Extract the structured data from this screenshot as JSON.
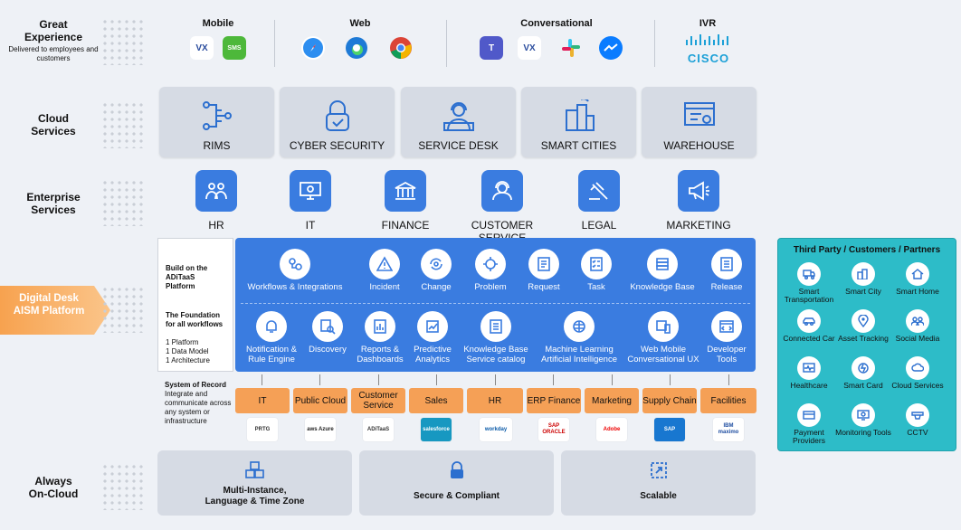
{
  "rows": {
    "experience": "Great Experience",
    "experience_sub": "Delivered to employees and customers",
    "cloud": "Cloud Services",
    "enterprise": "Enterprise Services",
    "digital": "Digital Desk AISM Platform",
    "always": "Always On-Cloud"
  },
  "channels": {
    "mobile": "Mobile",
    "web": "Web",
    "conversational": "Conversational",
    "ivr": "IVR",
    "cisco": "CISCO",
    "sms": "SMS"
  },
  "cloud_services": [
    "RIMS",
    "CYBER SECURITY",
    "SERVICE DESK",
    "SMART CITIES",
    "WAREHOUSE"
  ],
  "enterprise_services": [
    "HR",
    "IT",
    "FINANCE",
    "CUSTOMER SERVICE",
    "LEGAL",
    "MARKETING"
  ],
  "left_panel": {
    "build": "Build on the ADiTaaS Platform",
    "foundation": "The Foundation for all workflows",
    "items": [
      "1 Platform",
      "1 Data Model",
      "1 Architecture"
    ],
    "sor_title": "System of Record",
    "sor_text": "Integrate and communicate across any system or infrastructure"
  },
  "top_modules": [
    "Workflows & Integrations",
    "Incident",
    "Change",
    "Problem",
    "Request",
    "Task",
    "Knowledge Base",
    "Release"
  ],
  "bottom_modules": [
    "Notification & Rule Engine",
    "Discovery",
    "Reports & Dashboards",
    "Predictive Analytics",
    "Knowledge Base Service catalog",
    "Machine Learning Artificial Intelligence",
    "Web Mobile Conversational UX",
    "Developer Tools"
  ],
  "systems": [
    "IT",
    "Public Cloud",
    "Customer Service",
    "Sales",
    "HR",
    "ERP Finance",
    "Marketing",
    "Supply Chain",
    "Facilities"
  ],
  "logos": [
    "PRTG",
    "aws Azure",
    "ADiTaaS",
    "salesforce",
    "workday",
    "SAP ORACLE",
    "Adobe",
    "SAP",
    "IBM maximo"
  ],
  "third_party": {
    "title": "Third Party / Customers / Partners",
    "items": [
      "Smart Transportation",
      "Smart City",
      "Smart Home",
      "Connected Car",
      "Asset Tracking",
      "Social Media",
      "Healthcare",
      "Smart Card",
      "Cloud Services",
      "Payment Providers",
      "Monitoring Tools",
      "CCTV"
    ]
  },
  "bottom": [
    "Multi-Instance, Language & Time Zone",
    "Secure & Compliant",
    "Scalable"
  ],
  "colors": {
    "blue": "#3a7ce0",
    "orange": "#f5a056",
    "teal": "#2dbcc8",
    "gray_card": "#d6dbe4"
  }
}
